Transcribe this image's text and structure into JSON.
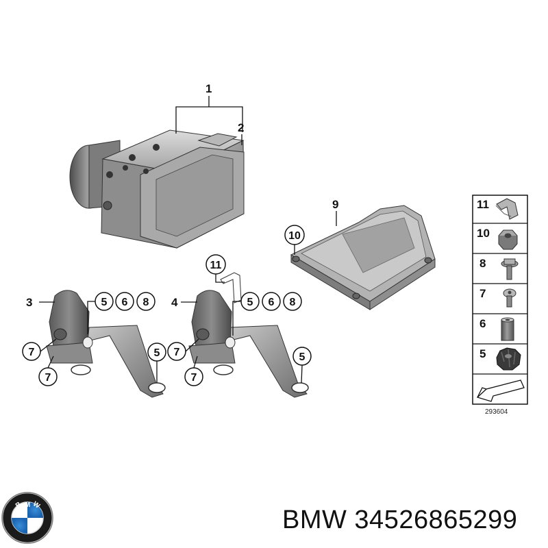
{
  "diagram": {
    "callouts": {
      "c1": "1",
      "c2": "2",
      "c3": "3",
      "c4": "4",
      "c9": "9",
      "c10": "10",
      "c11": "11",
      "l_5": "5",
      "l_6": "6",
      "l_8": "8",
      "l_7a": "7",
      "l_7b": "7",
      "l_5b": "5",
      "r_5": "5",
      "r_6": "6",
      "r_8": "8",
      "r_7a": "7",
      "r_7b": "7",
      "r_5b": "5"
    },
    "legend": [
      "11",
      "10",
      "8",
      "7",
      "6",
      "5"
    ],
    "drawing_number": "293604"
  },
  "brand": {
    "logo_letters": "BMW",
    "part_label": "BMW 34526865299"
  }
}
